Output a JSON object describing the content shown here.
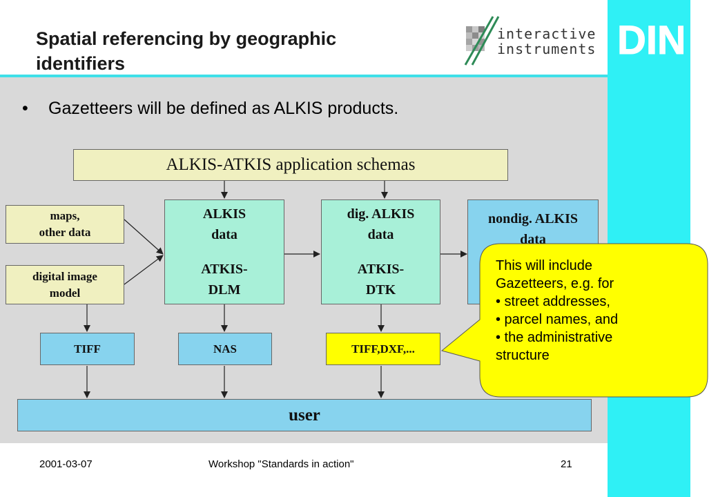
{
  "header": {
    "title": "Spatial referencing by geographic identifiers",
    "logo_text_1": "interactive",
    "logo_text_2": "instruments",
    "din_logo": "DIN"
  },
  "bullet": {
    "symbol": "•",
    "text": "Gazetteers will be defined as ALKIS products."
  },
  "diagram": {
    "schemas": "ALKIS-ATKIS application schemas",
    "maps_1": "maps,",
    "maps_2": "other data",
    "image_1": "digital image",
    "image_2": "model",
    "alkis_1": "ALKIS",
    "alkis_2": "data",
    "alkis_3": "ATKIS-",
    "alkis_4": "DLM",
    "dig_1": "dig. ALKIS",
    "dig_2": "data",
    "dig_3": "ATKIS-",
    "dig_4": "DTK",
    "nondig_1": "nondig. ALKIS",
    "nondig_2": "data",
    "tiff": "TIFF",
    "nas": "NAS",
    "tiffdxf": "TIFF,DXF,...",
    "user": "user"
  },
  "callout": {
    "line1": "This will include",
    "line2": "Gazetteers, e.g. for",
    "line3": "• street addresses,",
    "line4": "• parcel names, and",
    "line5": "• the administrative",
    "line6": "structure"
  },
  "footer": {
    "date": "2001-03-07",
    "workshop": "Workshop \"Standards in action\"",
    "page": "21"
  },
  "colors": {
    "cyan_bar": "#2ff0f5",
    "green_box": "#a8f0d8",
    "cream_box": "#f0f0c0",
    "blue_box": "#87d3ee",
    "callout": "#ffff00"
  }
}
